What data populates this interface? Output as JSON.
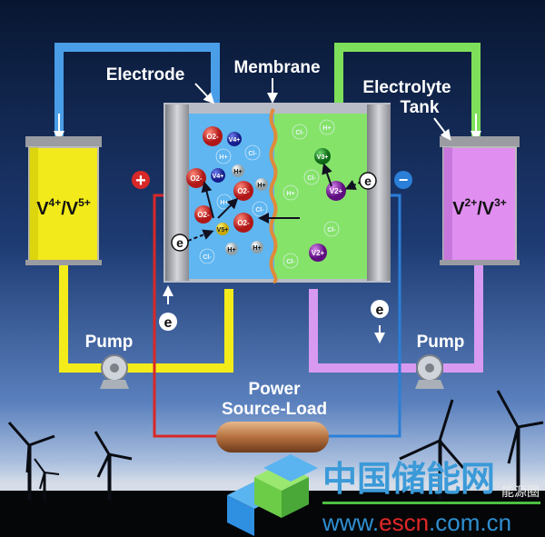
{
  "title": "Vanadium redox flow battery",
  "labels": {
    "electrode": "Electrode",
    "membrane": "Membrane",
    "tank_line1": "Electrolyte",
    "tank_line2": "Tank",
    "pump_left": "Pump",
    "pump_right": "Pump",
    "power_line1": "Power",
    "power_line2": "Source-Load",
    "plus": "+",
    "minus": "−",
    "electron": "e"
  },
  "left_tank": {
    "base1": "V",
    "sup1": "4+",
    "base2": "/V",
    "sup2": "5+",
    "color": "#f2ea1a"
  },
  "right_tank": {
    "base1": "V",
    "sup1": "2+",
    "base2": "/V",
    "sup2": "3+",
    "color": "#e08ef0"
  },
  "ions": {
    "left": [
      "O2-",
      "V4+",
      "H+",
      "Cl-",
      "O2-",
      "V4+",
      "H+",
      "H+",
      "O2-",
      "H+",
      "O2-",
      "V5+",
      "O2-",
      "Cl-",
      "H+",
      "H+",
      "Cl-"
    ],
    "right": [
      "Cl-",
      "H+",
      "V3+",
      "V2+",
      "Cl-",
      "H+",
      "Cl-",
      "V2+",
      "Cl-"
    ]
  },
  "watermark": {
    "cn_name": "中国储能网",
    "url_prefix": "www.",
    "url_mid": "escn",
    "url_suffix": ".com.cn",
    "badge": "能源圈"
  },
  "colors": {
    "blue_pipe": "#4a9ee8",
    "green_pipe": "#7ee05a",
    "yellow_pipe": "#f4ec1a",
    "violet_pipe": "#d79af0",
    "positive": "#d82828",
    "negative": "#2a7fd8"
  }
}
